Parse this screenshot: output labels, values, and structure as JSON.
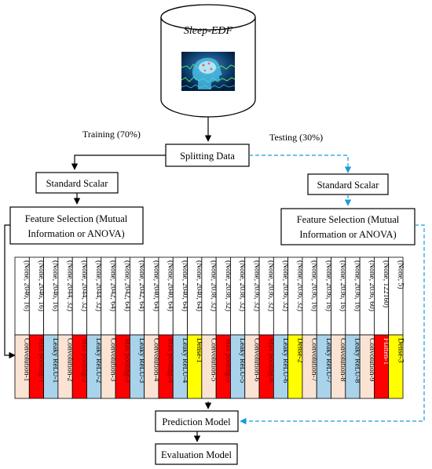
{
  "database": {
    "title": "Sleep-EDF",
    "image": "brain-eeg-graphic"
  },
  "split": {
    "label": "Splitting Data",
    "train_label": "Training (70%)",
    "test_label": "Testing (30%)"
  },
  "train_branch": {
    "scaler": "Standard Scalar",
    "feature_selection": [
      "Feature Selection (Mutual",
      "Information or ANOVA)"
    ]
  },
  "test_branch": {
    "scaler": "Standard Scalar",
    "feature_selection": [
      "Feature Selection (Mutual",
      "Information or ANOVA)"
    ]
  },
  "prediction": "Prediction Model",
  "evaluation": "Evaluation Model",
  "layer_colors": {
    "conv": "#fbe3d4",
    "pool": "#ff0000",
    "relu": "#a8d3ea",
    "dense": "#ffff00",
    "flatten": "#ff0000"
  },
  "layers": [
    {
      "name": "Convolution-1",
      "kind": "conv",
      "shape": "(None, 2046, 16)"
    },
    {
      "name": "Max pooling-1",
      "kind": "pool",
      "shape": "(None, 2046, 16)"
    },
    {
      "name": "Leaky ReLU-1",
      "kind": "relu",
      "shape": "(None, 2046, 16)"
    },
    {
      "name": "Convolution-2",
      "kind": "conv",
      "shape": "(None, 2044, 32)"
    },
    {
      "name": "Max pooling-2",
      "kind": "pool",
      "shape": "(None, 2044, 32)"
    },
    {
      "name": "Leaky ReLU-2",
      "kind": "relu",
      "shape": "(None, 2044, 32)"
    },
    {
      "name": "Convolution-3",
      "kind": "conv",
      "shape": "(None, 2042, 64)"
    },
    {
      "name": "Max pooling-3",
      "kind": "pool",
      "shape": "(None, 2042, 64)"
    },
    {
      "name": "Leaky ReLU-3",
      "kind": "relu",
      "shape": "(None, 2042, 64)"
    },
    {
      "name": "Convolution-4",
      "kind": "conv",
      "shape": "(None, 2040, 64)"
    },
    {
      "name": "Max pooling-4",
      "kind": "pool",
      "shape": "(None, 2040, 64)"
    },
    {
      "name": "Leaky ReLU-4",
      "kind": "relu",
      "shape": "(None, 2040, 64)"
    },
    {
      "name": "Dense-1",
      "kind": "dense",
      "shape": "(None, 2040, 64)"
    },
    {
      "name": "Convolution-5",
      "kind": "conv",
      "shape": "(None, 2038, 32)"
    },
    {
      "name": "Max pooling-5",
      "kind": "pool",
      "shape": "(None, 2038, 32)"
    },
    {
      "name": "Leaky ReLU-5",
      "kind": "relu",
      "shape": "(None, 2038, 32)"
    },
    {
      "name": "Convolution-6",
      "kind": "conv",
      "shape": "(None, 2036, 32)"
    },
    {
      "name": "Max pooling-6",
      "kind": "pool",
      "shape": "(None, 2036, 32)"
    },
    {
      "name": "Leaky ReLU-6",
      "kind": "relu",
      "shape": "(None, 2036, 32)"
    },
    {
      "name": "Dense-2",
      "kind": "dense",
      "shape": "(None, 2036, 32)"
    },
    {
      "name": "Convolution-7",
      "kind": "conv",
      "shape": "(None, 2036, 16)"
    },
    {
      "name": "Leaky ReLU-7",
      "kind": "relu",
      "shape": "(None, 2036, 16)"
    },
    {
      "name": "Convolution-8",
      "kind": "conv",
      "shape": "(None, 2036, 16)"
    },
    {
      "name": "Leaky ReLU-8",
      "kind": "relu",
      "shape": "(None, 2036, 16)"
    },
    {
      "name": "Convolution-9",
      "kind": "conv",
      "shape": "(None, 2036, 60)"
    },
    {
      "name": "Flatten-1",
      "kind": "flatten",
      "shape": "(None, 122160)"
    },
    {
      "name": "Dense-3",
      "kind": "dense",
      "shape": "(None, 5)"
    }
  ]
}
